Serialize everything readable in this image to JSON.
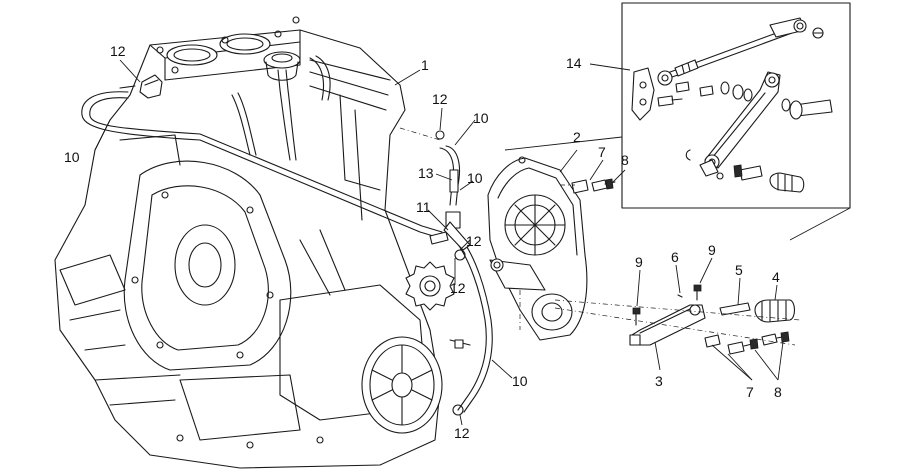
{
  "callouts": {
    "c1": "1",
    "c2": "2",
    "c3": "3",
    "c4": "4",
    "c5": "5",
    "c6": "6",
    "c7a": "7",
    "c7b": "7",
    "c8a": "8",
    "c8b": "8",
    "c9a": "9",
    "c9b": "9",
    "c10a": "10",
    "c10b": "10",
    "c10c": "10",
    "c10d": "10",
    "c11": "11",
    "c12a": "12",
    "c12b": "12",
    "c12c": "12",
    "c12d": "12",
    "c12e": "12",
    "c13": "13",
    "c14": "14"
  }
}
